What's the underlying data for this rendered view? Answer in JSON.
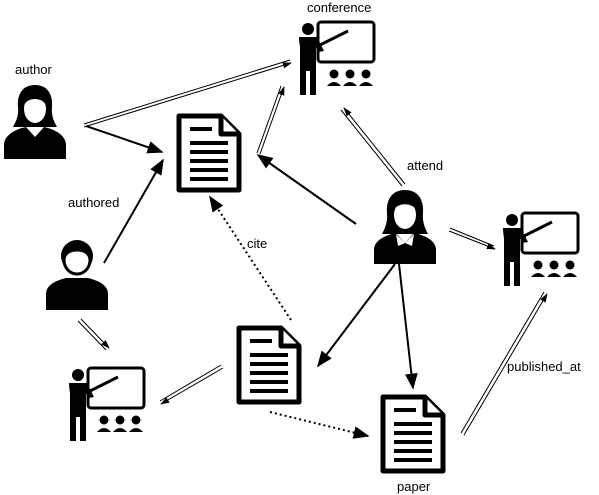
{
  "labels": {
    "conference": "conference",
    "author": "author",
    "authored": "authored",
    "attend": "attend",
    "cite": "cite",
    "published_at": "published_at",
    "paper": "paper"
  },
  "nodes": [
    {
      "id": "conference-top",
      "icon": "presenter-icon"
    },
    {
      "id": "author-woman",
      "icon": "woman-icon"
    },
    {
      "id": "doc-top",
      "icon": "document-icon"
    },
    {
      "id": "man",
      "icon": "man-icon"
    },
    {
      "id": "woman-center",
      "icon": "woman-icon"
    },
    {
      "id": "conference-right",
      "icon": "presenter-icon"
    },
    {
      "id": "conference-bottom-left",
      "icon": "presenter-icon"
    },
    {
      "id": "doc-middle",
      "icon": "document-icon"
    },
    {
      "id": "doc-paper",
      "icon": "document-icon"
    }
  ],
  "edges": [
    {
      "from": "author-woman",
      "to": "conference-top",
      "style": "double"
    },
    {
      "from": "author-woman",
      "to": "doc-top",
      "style": "solid"
    },
    {
      "from": "man",
      "to": "doc-top",
      "style": "solid"
    },
    {
      "from": "man",
      "to": "conference-bottom-left",
      "style": "double"
    },
    {
      "from": "doc-top",
      "to": "conference-top",
      "style": "double"
    },
    {
      "from": "woman-center",
      "to": "conference-top",
      "style": "double"
    },
    {
      "from": "woman-center",
      "to": "doc-top",
      "style": "solid"
    },
    {
      "from": "woman-center",
      "to": "conference-right",
      "style": "double"
    },
    {
      "from": "woman-center",
      "to": "doc-middle",
      "style": "solid"
    },
    {
      "from": "woman-center",
      "to": "doc-paper",
      "style": "solid"
    },
    {
      "from": "doc-middle",
      "to": "doc-top",
      "style": "dotted"
    },
    {
      "from": "doc-middle",
      "to": "conference-bottom-left",
      "style": "double"
    },
    {
      "from": "doc-middle",
      "to": "doc-paper",
      "style": "dotted"
    },
    {
      "from": "doc-paper",
      "to": "conference-right",
      "style": "double"
    }
  ]
}
